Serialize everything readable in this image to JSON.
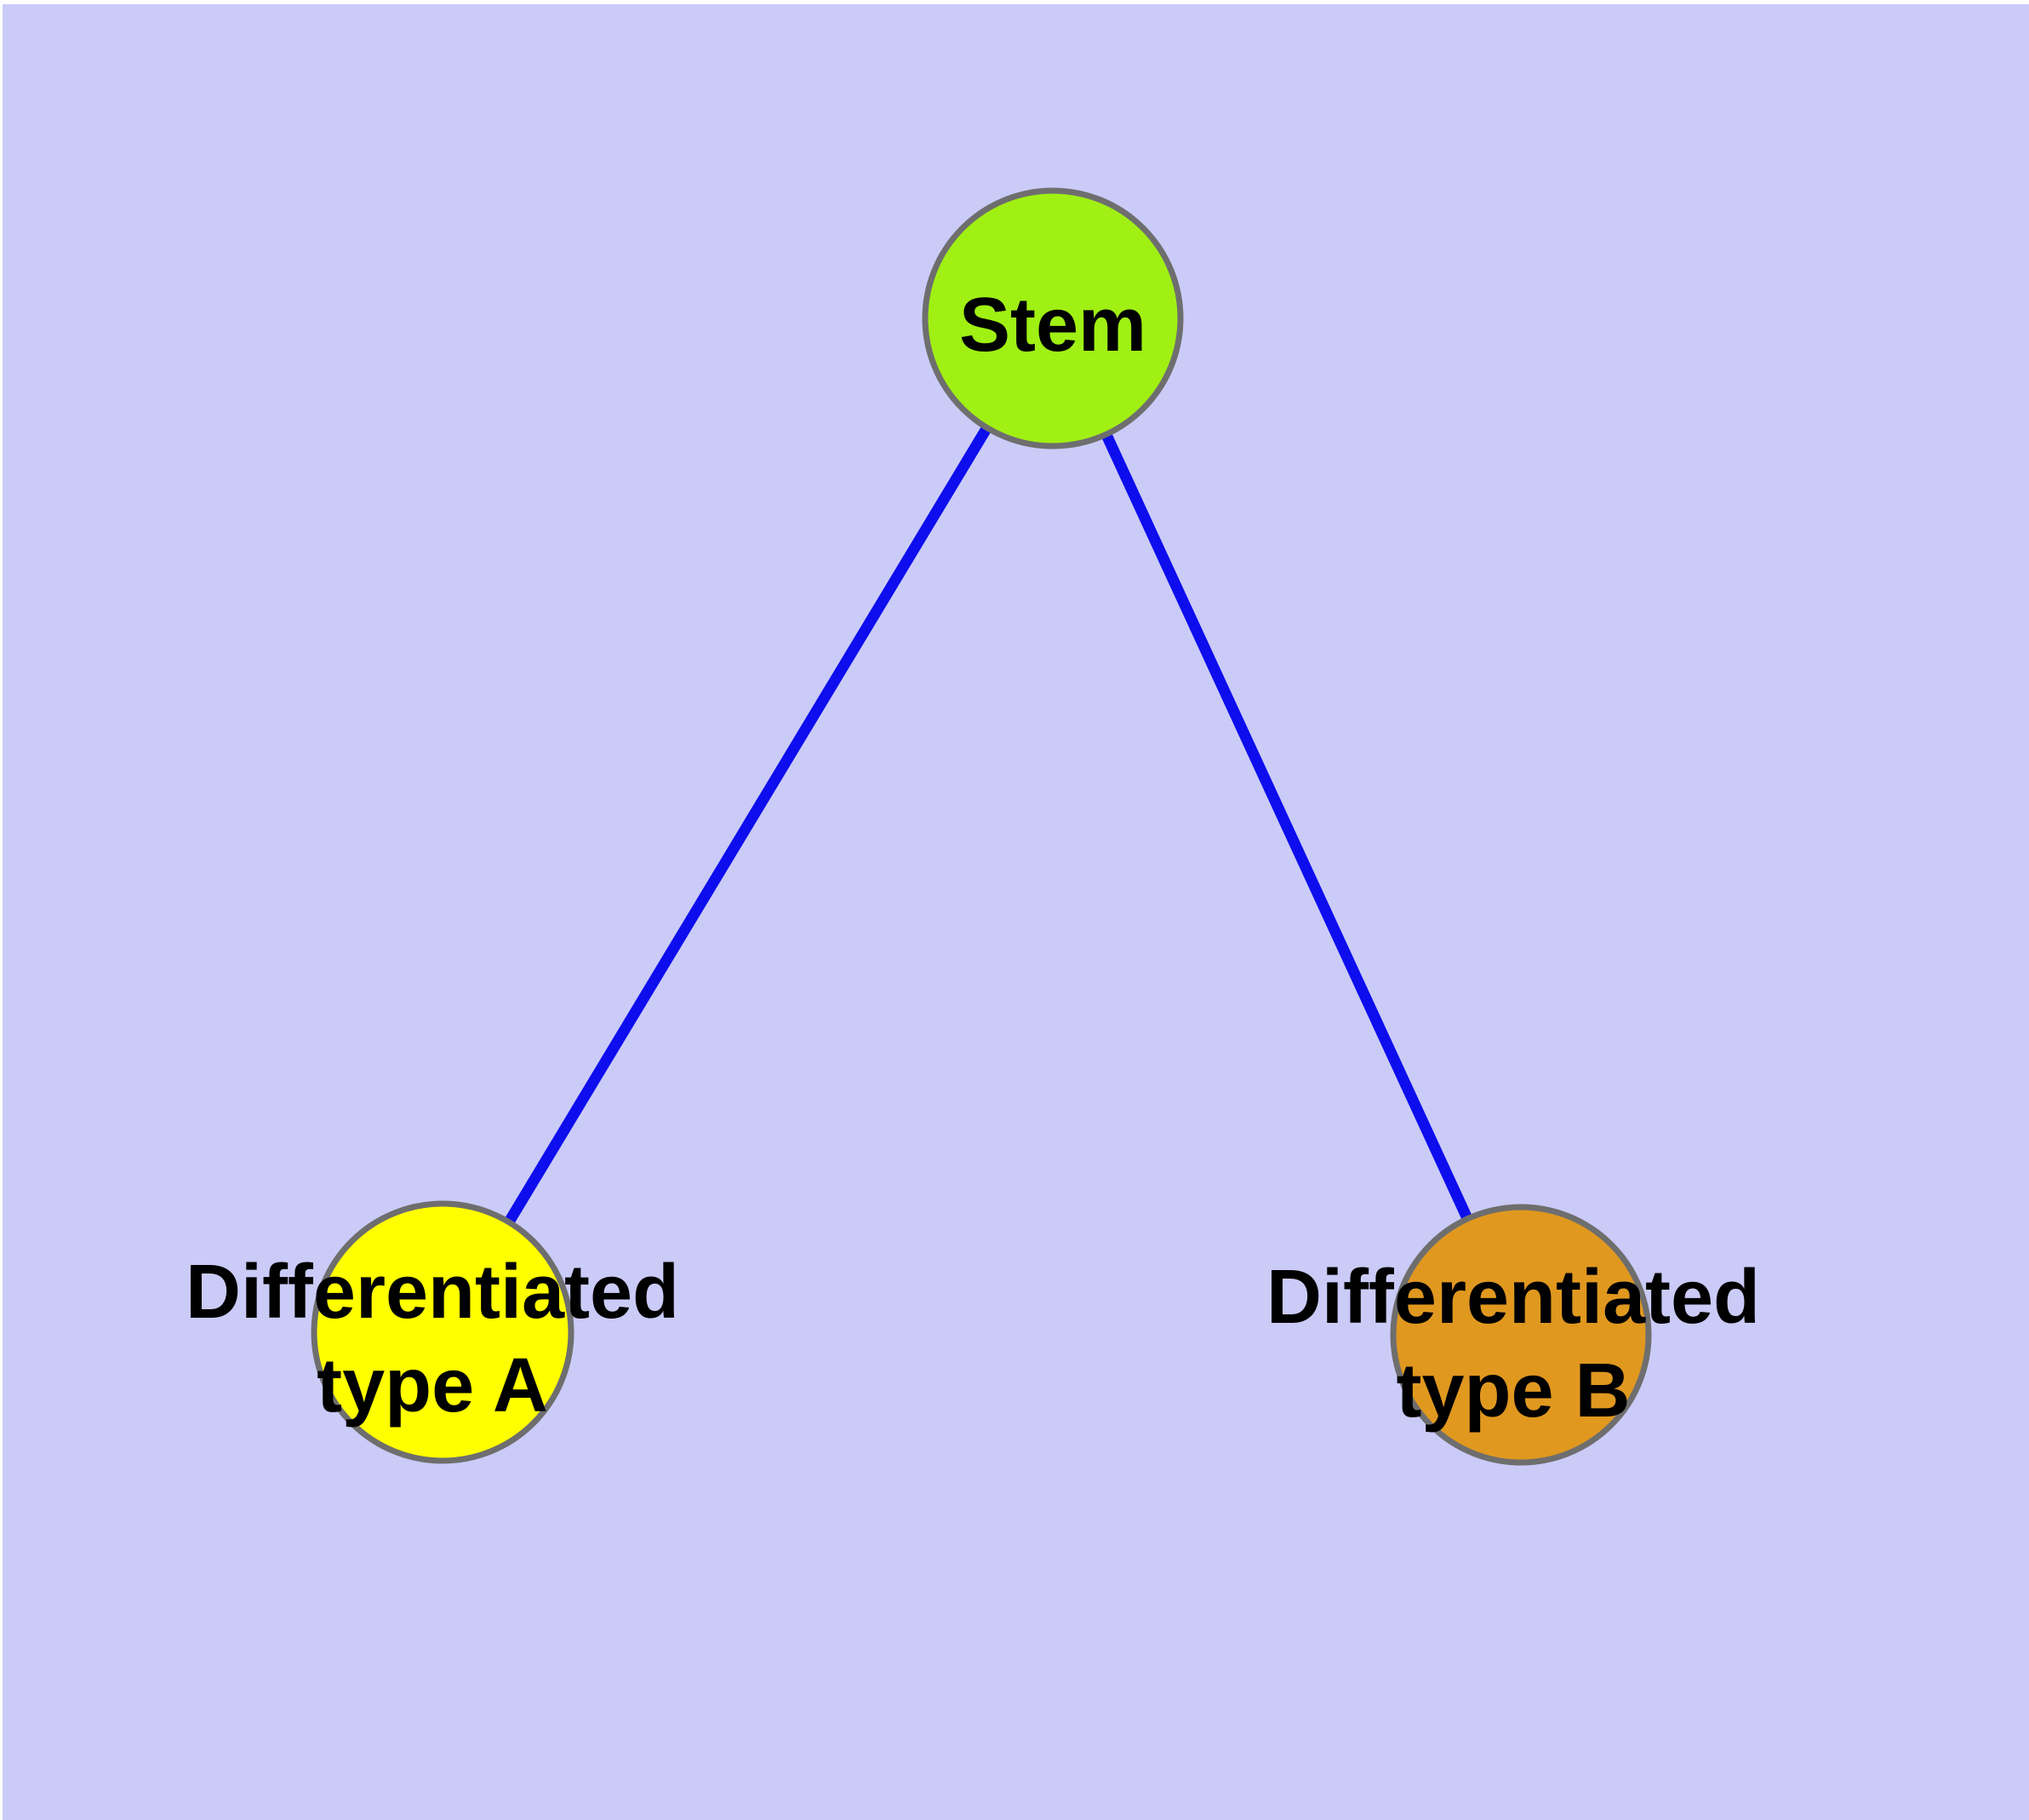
{
  "diagram": {
    "background_color": "#cbcbf8",
    "page_margin_color": "#ffffff",
    "edge_color": "#0d0dee",
    "node_border_color": "#6e6e6e",
    "text_color": "#000000",
    "nodes": [
      {
        "id": "stem",
        "label_line1": "Stem",
        "label_line2": "",
        "fill": "#a0f014"
      },
      {
        "id": "diff-a",
        "label_line1": "Differentiated",
        "label_line2": "type A",
        "fill": "#ffff00"
      },
      {
        "id": "diff-b",
        "label_line1": "Differentiated",
        "label_line2": "type B",
        "fill": "#e0981f"
      }
    ],
    "edges": [
      {
        "from": "stem",
        "to": "diff-a"
      },
      {
        "from": "stem",
        "to": "diff-b"
      }
    ]
  }
}
